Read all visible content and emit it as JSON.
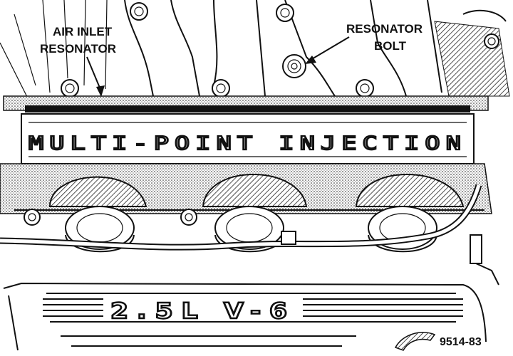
{
  "labels": {
    "air_inlet_resonator_line1": "AIR INLET",
    "air_inlet_resonator_line2": "RESONATOR",
    "resonator_bolt_line1": "RESONATOR",
    "resonator_bolt_line2": "BOLT"
  },
  "castings": {
    "resonator_text": "MULTI-POINT INJECTION",
    "cover_badge": "2.5L V-6"
  },
  "figure_id": "9514-83"
}
